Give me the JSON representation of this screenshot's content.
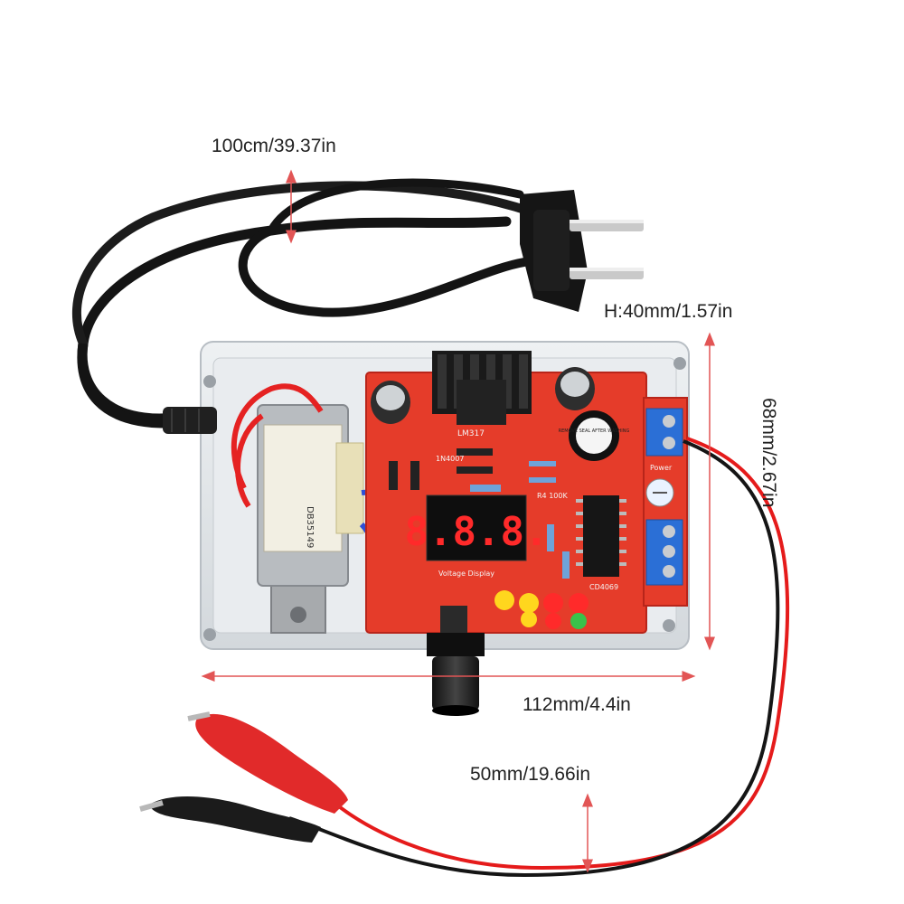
{
  "dimensions": {
    "cable_length": "100cm/39.37in",
    "height": "H:40mm/1.57in",
    "depth": "68mm/2.67in",
    "width": "112mm/4.4in",
    "lead_length": "50mm/19.66in"
  },
  "board": {
    "display_digits": "8.8.8.",
    "display_label": "Voltage Display",
    "regulator": "LM317",
    "ic": "CD4069",
    "transformer_model": "DB35149",
    "buzzer_sticker": "REMOVE SEAL AFTER WASHING",
    "power_label": "Power",
    "resistor_label": "R4 100K",
    "diode_label": "1N4007"
  },
  "colors": {
    "pcb": "#e53c2a",
    "acrylic": "#dfe3e6",
    "terminal": "#2b6fd6",
    "cable": "#141414",
    "clip_red": "#e12a2a",
    "clip_black": "#1b1b1b",
    "dim_arrow": "#e25555"
  }
}
